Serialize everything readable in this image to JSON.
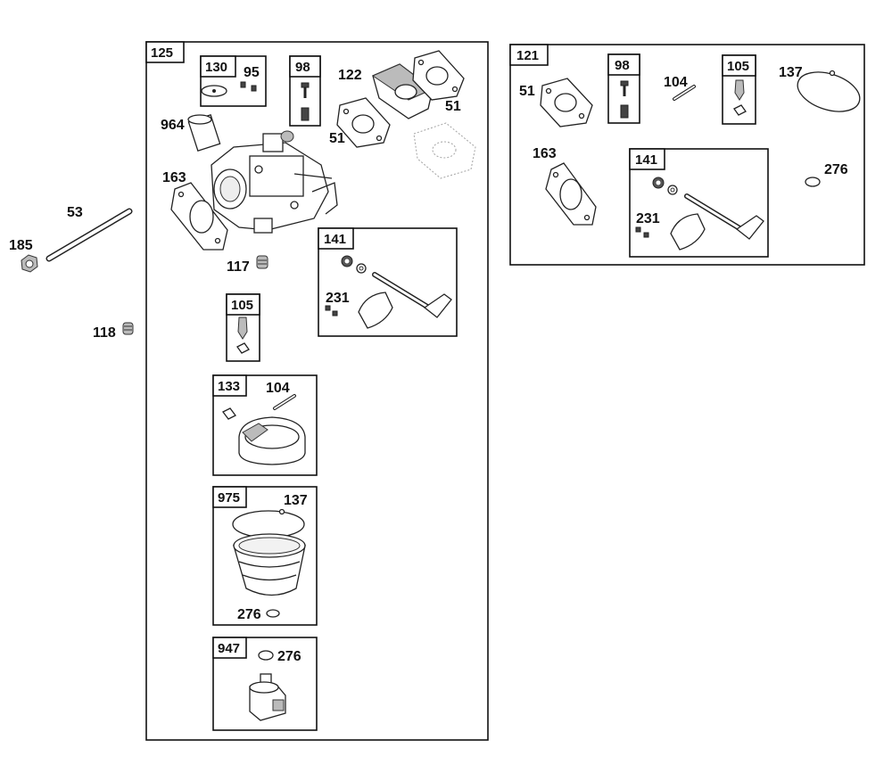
{
  "groups": {
    "carburetor_assembly": {
      "tag": "125",
      "subkits": {
        "k130": {
          "tag": "130",
          "parts": [
            "95"
          ]
        },
        "k98": {
          "tag": "98"
        },
        "k141": {
          "tag": "141",
          "parts": [
            "231"
          ]
        },
        "k105": {
          "tag": "105"
        },
        "k133": {
          "tag": "133",
          "parts": [
            "104"
          ]
        },
        "k975": {
          "tag": "975",
          "parts": [
            "137",
            "276"
          ]
        },
        "k947": {
          "tag": "947",
          "parts": [
            "276"
          ]
        }
      },
      "parts": [
        "122",
        "51",
        "51",
        "964",
        "163",
        "117"
      ]
    },
    "overhaul_kit": {
      "tag": "121",
      "subkits": {
        "k98": {
          "tag": "98"
        },
        "k105": {
          "tag": "105"
        },
        "k141": {
          "tag": "141",
          "parts": [
            "231"
          ]
        }
      },
      "parts": [
        "51",
        "104",
        "137",
        "163",
        "276"
      ]
    }
  },
  "loose_parts": [
    "53",
    "185",
    "118"
  ]
}
